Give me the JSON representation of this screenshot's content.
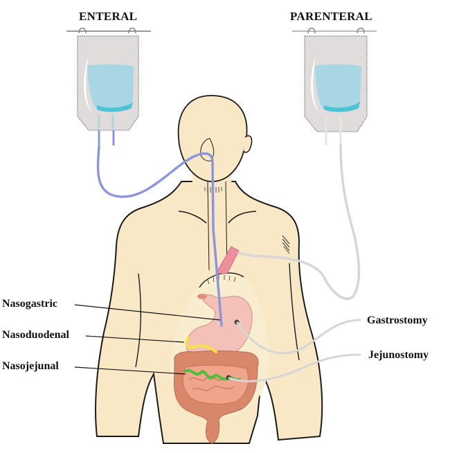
{
  "titles": {
    "enteral": "ENTERAL",
    "parenteral": "PARENTERAL"
  },
  "callouts": {
    "left": [
      {
        "id": "nasogastric",
        "label": "Nasogastric"
      },
      {
        "id": "nasoduodenal",
        "label": "Nasoduodenal"
      },
      {
        "id": "nasojejunal",
        "label": "Nasojejunal"
      }
    ],
    "right": [
      {
        "id": "gastrostomy",
        "label": "Gastrostomy"
      },
      {
        "id": "jejunostomy",
        "label": "Jejunostomy"
      }
    ]
  },
  "colors": {
    "skin": "#f8e8c6",
    "outline": "#1a1a1a",
    "bag": "#e0dcdc",
    "fluid": "#a9d6e4",
    "fluid_bottom": "#4fc3d6",
    "enteral_tube": "#8e95dc",
    "parenteral_tube": "#e4e4e4",
    "stomach": "#f4b9b0",
    "intestine": "#d9876b",
    "duodenal_tube": "#f2e24a",
    "jejunal_tube": "#4cbf3a",
    "esophagus": "#ee8fa0"
  }
}
